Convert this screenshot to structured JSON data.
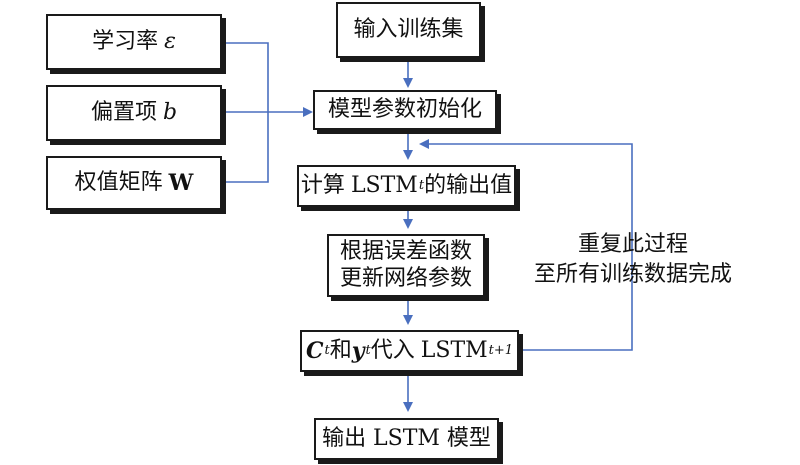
{
  "params": {
    "learning_rate": {
      "label": "学习率",
      "symbol": "ε"
    },
    "bias": {
      "label": "偏置项",
      "symbol": "b"
    },
    "weight": {
      "label": "权值矩阵",
      "symbol": "W"
    }
  },
  "flow": {
    "input": "输入训练集",
    "init": "模型参数初始化",
    "compute": {
      "prefix": "计算",
      "lstm": "LSTM",
      "sub": "t",
      "suffix": "的输出值"
    },
    "update": {
      "line1": "根据误差函数",
      "line2": "更新网络参数"
    },
    "pass": {
      "c": "C",
      "c_sub": "t",
      "and": "和",
      "y": "y",
      "y_sub": "t",
      "mid": "代入",
      "lstm": "LSTM",
      "lstm_sub": "t+1"
    },
    "output": "输出 LSTM 模型"
  },
  "loop_note": {
    "line1": "重复此过程",
    "line2": "至所有训练数据完成"
  },
  "colors": {
    "connector": "#4a6fbf",
    "border": "#1a1a1a"
  }
}
